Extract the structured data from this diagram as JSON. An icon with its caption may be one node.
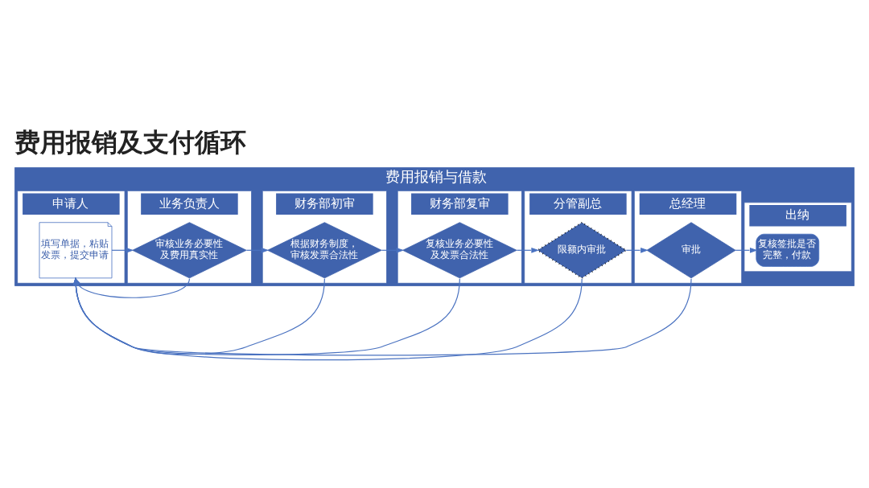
{
  "diagram": {
    "title": "费用报销及支付循环",
    "nodes": [
      {
        "text": [
          "费用报销与借款"
        ]
      },
      {
        "text": [
          "申请人"
        ],
        "in": 0
      },
      {
        "text": [
          "业务负责人"
        ],
        "in": 0
      },
      {
        "text": [
          "财务部初审"
        ],
        "in": 0
      },
      {
        "text": [
          "财务部复审"
        ],
        "in": 0
      },
      {
        "text": [
          "分管副总"
        ],
        "in": 0
      },
      {
        "text": [
          "总经理"
        ],
        "in": 0
      },
      {
        "text": [
          "出纳"
        ],
        "in": 0
      },
      {
        "text": [
          "填写单据，粘贴发票，提交申请"
        ],
        "in": 1
      },
      {
        "text": [
          "审核业务必要性及费用真实性"
        ],
        "in": 2
      },
      {
        "text": [
          "根据财务制度，审核发票合法性"
        ],
        "in": 3
      },
      {
        "text": [
          "复核业务必要性及发票合法性"
        ],
        "in": 4
      },
      {
        "text": [
          "限额内审批"
        ],
        "in": 5
      },
      {
        "text": [
          "审批"
        ],
        "in": 6
      },
      {
        "text": [
          "复核签批是否完整，付款"
        ],
        "in": 7
      }
    ],
    "edges": [
      {
        "from": 8,
        "to": 9,
        "arrow": "to"
      },
      {
        "from": 9,
        "to": 10,
        "arrow": "to"
      },
      {
        "from": 10,
        "to": 11,
        "arrow": "to"
      },
      {
        "from": 11,
        "to": 12,
        "arrow": "to"
      },
      {
        "from": 12,
        "to": 13,
        "arrow": "to"
      },
      {
        "from": 13,
        "to": 14,
        "arrow": "to"
      },
      {
        "from": 9,
        "to": 8,
        "arrow": "to"
      },
      {
        "from": 10,
        "to": 8,
        "arrow": "to"
      },
      {
        "from": 11,
        "to": 8,
        "arrow": "to"
      },
      {
        "from": 12,
        "to": 8,
        "arrow": "to"
      },
      {
        "from": 13,
        "to": 8,
        "arrow": "to"
      }
    ]
  }
}
